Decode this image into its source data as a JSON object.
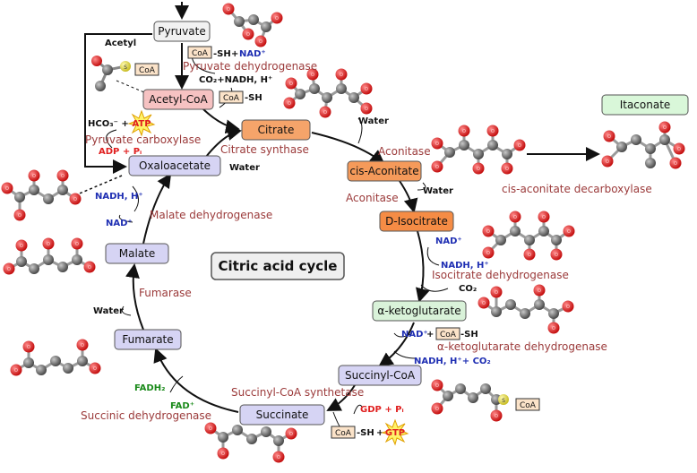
{
  "title": "Citric acid cycle",
  "nodes": {
    "pyruvate": "Pyruvate",
    "acetyl_coa": "Acetyl-CoA",
    "citrate": "Citrate",
    "cis_aconitate": "cis-Aconitate",
    "d_isocitrate": "D-Isocitrate",
    "alpha_ketoglutarate": "α-ketoglutarate",
    "succinyl_coa": "Succinyl-CoA",
    "succinate": "Succinate",
    "fumarate": "Fumarate",
    "malate": "Malate",
    "oxaloacetate": "Oxaloacetate",
    "itaconate": "Itaconate"
  },
  "enzymes": {
    "pyruvate_dehydrogenase": "Pyruvate dehydrogenase",
    "pyruvate_carboxylase": "Pyruvate carboxylase",
    "citrate_synthase": "Citrate synthase",
    "aconitase_1": "Aconitase",
    "aconitase_2": "Aconitase",
    "cis_aconitate_decarboxylase": "cis-aconitate decarboxylase",
    "isocitrate_dehydrogenase": "Isocitrate dehydrogenase",
    "akg_dehydrogenase": "α-ketoglutarate dehydrogenase",
    "succinyl_coa_synthetase": "Succinyl-CoA synthetase",
    "succinic_dehydrogenase": "Succinic dehydrogenase",
    "fumarase": "Fumarase",
    "malate_dehydrogenase": "Malate dehydrogenase"
  },
  "cofactors": {
    "acetyl_label": "Acetyl",
    "coa": "CoA",
    "sh": "-SH",
    "plus": "+",
    "nad_plus": "NAD⁺",
    "co2_nadh": "CO₂+NADH, H⁺",
    "hco3": "HCO₃⁻ +",
    "atp": "ATP",
    "adp_pi": "ADP + Pᵢ",
    "water": "Water",
    "nadh_h": "NADH, H⁺",
    "co2": "CO₂",
    "nadh_h_co2": "NADH, H⁺+ CO₂",
    "gdp_pi": "GDP + Pᵢ",
    "gtp": "GTP",
    "fadh2": "FADH₂",
    "fad_plus": "FAD⁺",
    "s_atom": "S",
    "o_atom": "O"
  },
  "colors": {
    "pyruvate_box": "#f2f2f2",
    "acetyl_coa_box": "#f6c2c2",
    "citrate_box": "#f5a46a",
    "cis_aconitate_box": "#f59a5a",
    "d_isocitrate_box": "#f58c45",
    "alpha_ketoglutarate_box": "#d9f2d9",
    "lavender_box": "#d6d4f4",
    "itaconate_box": "#d9f7d9",
    "enzyme_text": "#9b3a3a",
    "nad_text": "#1f2fb3",
    "atp_text": "#e02020",
    "fad_text": "#1a8a1a",
    "oxygen_atom": "#d81a1a",
    "carbon_atom": "#6e6e6e",
    "sulfur_atom": "#e0d84a"
  },
  "icons": [
    "molecule-ball-stick",
    "starburst-atp",
    "starburst-gtp",
    "arrow"
  ]
}
